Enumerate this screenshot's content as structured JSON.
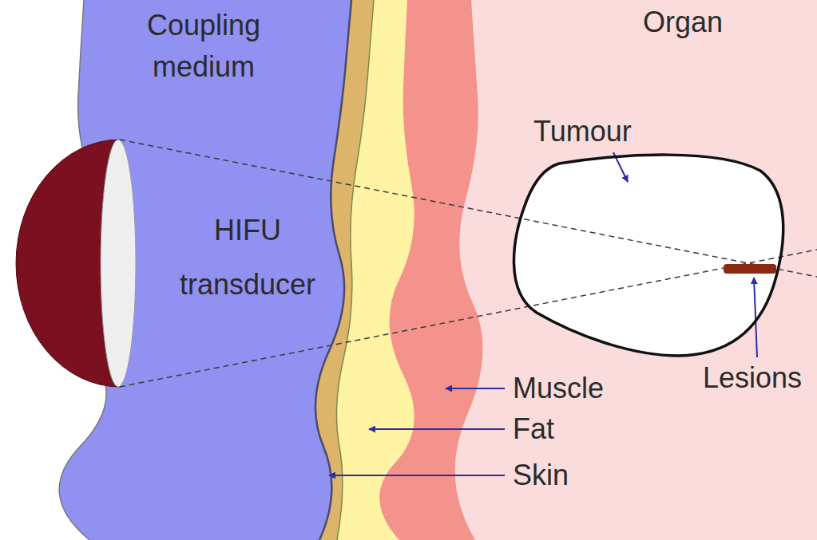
{
  "diagram": {
    "nodes": [
      {
        "text": [
          "Coupling medium"
        ]
      },
      {
        "text": [
          "Organ"
        ]
      },
      {
        "text": [
          "Tumour"
        ],
        "in": 1
      }
    ],
    "labels": [
      "HIFU transducer",
      "Muscle",
      "Lesions",
      "Fat",
      "Skin"
    ]
  }
}
